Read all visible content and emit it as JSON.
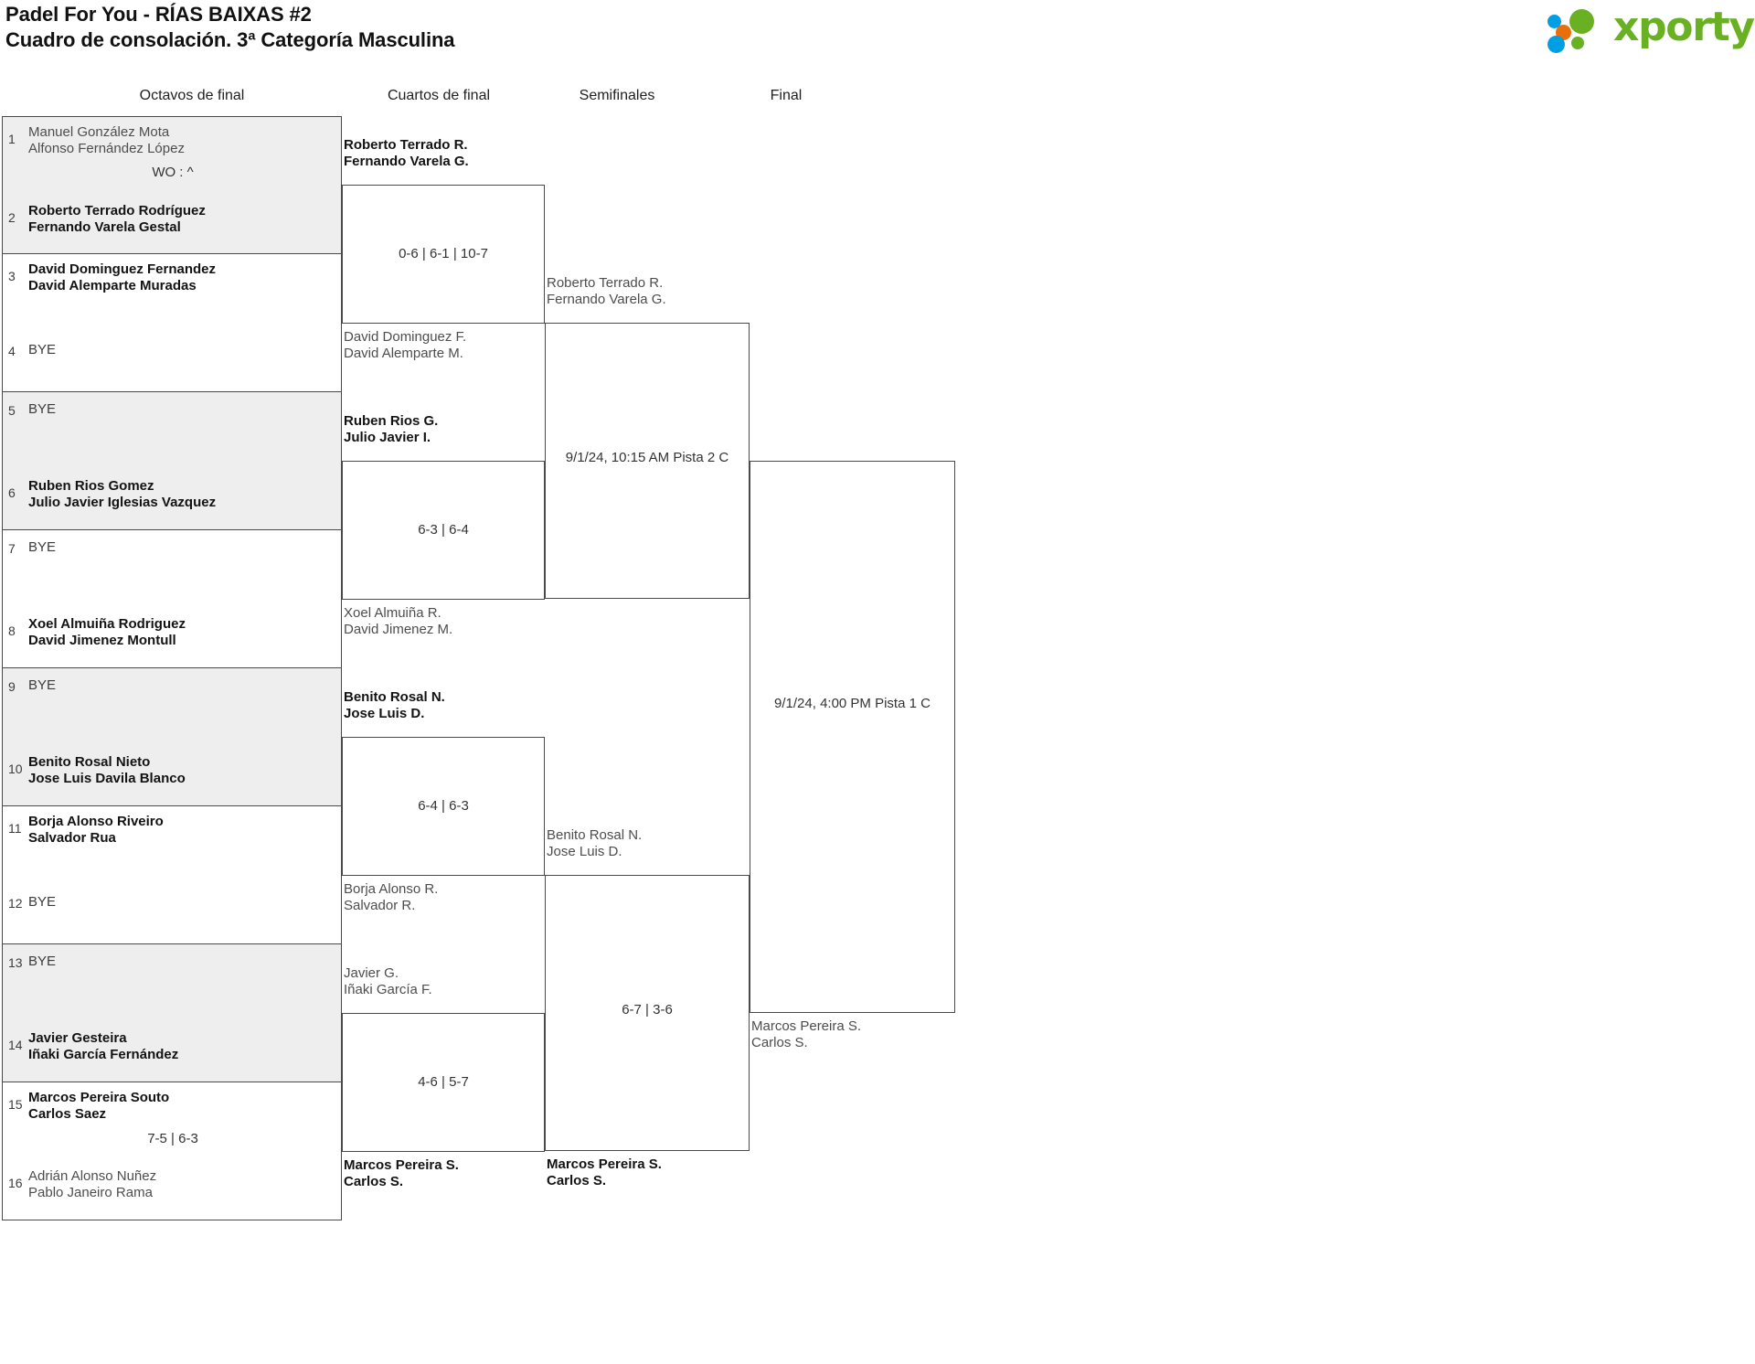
{
  "header": {
    "title_line1": "Padel For You - RÍAS BAIXAS #2",
    "title_line2": "Cuadro de consolación. 3ª Categoría Masculina",
    "logo_text": "xporty",
    "logo_colors": {
      "green": "#6ab023",
      "orange": "#e8700a",
      "blue": "#009fe3"
    }
  },
  "rounds": [
    {
      "label": "Octavos de final"
    },
    {
      "label": "Cuartos de final"
    },
    {
      "label": "Semifinales"
    },
    {
      "label": "Final"
    }
  ],
  "round1": {
    "matches": [
      {
        "seed_top": "1",
        "top_l1": "Manuel González Mota",
        "top_l2": "Alfonso Fernández López",
        "top_win": false,
        "seed_bot": "2",
        "bot_l1": "Roberto Terrado Rodríguez",
        "bot_l2": "Fernando Varela Gestal",
        "bot_win": true,
        "score": "WO : ^",
        "shaded": true
      },
      {
        "seed_top": "3",
        "top_l1": "David Dominguez Fernandez",
        "top_l2": "David Alemparte Muradas",
        "top_win": true,
        "seed_bot": "4",
        "bot_l1": "BYE",
        "bot_l2": "",
        "bot_win": false,
        "score": "",
        "shaded": false
      },
      {
        "seed_top": "5",
        "top_l1": "BYE",
        "top_l2": "",
        "top_win": false,
        "seed_bot": "6",
        "bot_l1": "Ruben Rios Gomez",
        "bot_l2": "Julio Javier Iglesias Vazquez",
        "bot_win": true,
        "score": "",
        "shaded": true
      },
      {
        "seed_top": "7",
        "top_l1": "BYE",
        "top_l2": "",
        "top_win": false,
        "seed_bot": "8",
        "bot_l1": "Xoel Almuiña Rodriguez",
        "bot_l2": "David Jimenez Montull",
        "bot_win": true,
        "score": "",
        "shaded": false
      },
      {
        "seed_top": "9",
        "top_l1": "BYE",
        "top_l2": "",
        "top_win": false,
        "seed_bot": "10",
        "bot_l1": "Benito Rosal Nieto",
        "bot_l2": "Jose Luis Davila Blanco",
        "bot_win": true,
        "score": "",
        "shaded": true
      },
      {
        "seed_top": "11",
        "top_l1": "Borja Alonso Riveiro",
        "top_l2": "Salvador Rua",
        "top_win": true,
        "seed_bot": "12",
        "bot_l1": "BYE",
        "bot_l2": "",
        "bot_win": false,
        "score": "",
        "shaded": false
      },
      {
        "seed_top": "13",
        "top_l1": "BYE",
        "top_l2": "",
        "top_win": false,
        "seed_bot": "14",
        "bot_l1": "Javier Gesteira",
        "bot_l2": "Iñaki García Fernández",
        "bot_win": true,
        "score": "",
        "shaded": true
      },
      {
        "seed_top": "15",
        "top_l1": "Marcos Pereira Souto",
        "top_l2": "Carlos Saez",
        "top_win": true,
        "seed_bot": "16",
        "bot_l1": "Adrián Alonso Nuñez",
        "bot_l2": "Pablo Janeiro Rama",
        "bot_win": false,
        "score": "7-5 | 6-3",
        "shaded": false
      }
    ]
  },
  "round2": {
    "matches": [
      {
        "top_l1": "Roberto Terrado R.",
        "top_l2": "Fernando Varela G.",
        "top_win": true,
        "bot_l1": "David Dominguez F.",
        "bot_l2": "David Alemparte M.",
        "bot_win": false,
        "score": "0-6 | 6-1 | 10-7"
      },
      {
        "top_l1": "Ruben Rios G.",
        "top_l2": "Julio Javier I.",
        "top_win": true,
        "bot_l1": "Xoel Almuiña R.",
        "bot_l2": "David Jimenez M.",
        "bot_win": false,
        "score": "6-3 | 6-4"
      },
      {
        "top_l1": "Benito Rosal N.",
        "top_l2": "Jose Luis D.",
        "top_win": true,
        "bot_l1": "Borja Alonso R.",
        "bot_l2": "Salvador R.",
        "bot_win": false,
        "score": "6-4 | 6-3"
      },
      {
        "top_l1": "Javier G.",
        "top_l2": "Iñaki García F.",
        "top_win": false,
        "bot_l1": "Marcos Pereira S.",
        "bot_l2": "Carlos S.",
        "bot_win": true,
        "score": "4-6 | 5-7"
      }
    ]
  },
  "round3": {
    "matches": [
      {
        "top_l1": "Roberto Terrado R.",
        "top_l2": "Fernando Varela G.",
        "top_win": false,
        "bot_l1": "",
        "bot_l2": "",
        "bot_win": false,
        "score": "9/1/24, 10:15 AM Pista 2 C"
      },
      {
        "top_l1": "Benito Rosal N.",
        "top_l2": "Jose Luis D.",
        "top_win": false,
        "bot_l1": "Marcos Pereira S.",
        "bot_l2": "Carlos S.",
        "bot_win": true,
        "score": "6-7 | 3-6"
      }
    ]
  },
  "round4": {
    "matches": [
      {
        "top_l1": "",
        "top_l2": "",
        "top_win": false,
        "bot_l1": "Marcos Pereira S.",
        "bot_l2": "Carlos S.",
        "bot_win": false,
        "score": "9/1/24, 4:00 PM Pista 1 C"
      }
    ]
  }
}
